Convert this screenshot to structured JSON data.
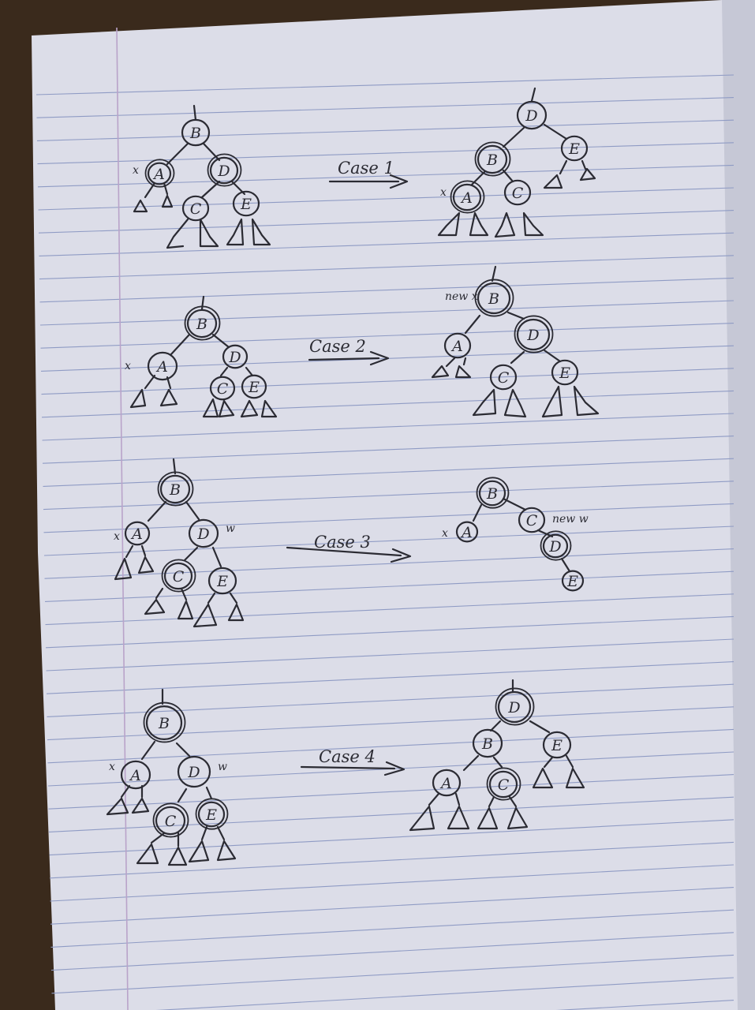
{
  "colors": {
    "desk": "#3a2a1c",
    "paper": "#dcdde8",
    "rule_line": "#8f9bc4",
    "margin_line": "#b9a3c9",
    "ink": "#2b2b33"
  },
  "cases": [
    {
      "label": "Case 1"
    },
    {
      "label": "Case 2"
    },
    {
      "label": "Case 3"
    },
    {
      "label": "Case 4"
    }
  ],
  "annotations": {
    "x": "x",
    "w": "w",
    "new_x": "new x",
    "new_w": "new w"
  },
  "trees": [
    {
      "name": "case1-before",
      "nodes": [
        {
          "id": "B",
          "label": "B",
          "double": false
        },
        {
          "id": "A",
          "label": "A",
          "double": true
        },
        {
          "id": "D",
          "label": "D",
          "double": true
        },
        {
          "id": "C",
          "label": "C",
          "double": false
        },
        {
          "id": "E",
          "label": "E",
          "double": false
        }
      ]
    },
    {
      "name": "case1-after",
      "nodes": [
        {
          "id": "D",
          "label": "D",
          "double": false
        },
        {
          "id": "B",
          "label": "B",
          "double": true
        },
        {
          "id": "E",
          "label": "E",
          "double": false
        },
        {
          "id": "A",
          "label": "A",
          "double": true
        },
        {
          "id": "C",
          "label": "C",
          "double": false
        }
      ]
    },
    {
      "name": "case2-before",
      "nodes": [
        {
          "id": "B",
          "label": "B",
          "double": true
        },
        {
          "id": "A",
          "label": "A",
          "double": false
        },
        {
          "id": "D",
          "label": "D",
          "double": false
        },
        {
          "id": "C",
          "label": "C",
          "double": false
        },
        {
          "id": "E",
          "label": "E",
          "double": false
        }
      ]
    },
    {
      "name": "case2-after",
      "nodes": [
        {
          "id": "B",
          "label": "B",
          "double": true
        },
        {
          "id": "A",
          "label": "A",
          "double": false
        },
        {
          "id": "D",
          "label": "D",
          "double": true
        },
        {
          "id": "C",
          "label": "C",
          "double": false
        },
        {
          "id": "E",
          "label": "E",
          "double": false
        }
      ]
    },
    {
      "name": "case3-before",
      "nodes": [
        {
          "id": "B",
          "label": "B",
          "double": true
        },
        {
          "id": "A",
          "label": "A",
          "double": false
        },
        {
          "id": "D",
          "label": "D",
          "double": false
        },
        {
          "id": "C",
          "label": "C",
          "double": true
        },
        {
          "id": "E",
          "label": "E",
          "double": false
        }
      ]
    },
    {
      "name": "case3-after",
      "nodes": [
        {
          "id": "B",
          "label": "B",
          "double": true
        },
        {
          "id": "A",
          "label": "A",
          "double": false
        },
        {
          "id": "C",
          "label": "C",
          "double": false
        },
        {
          "id": "D",
          "label": "D",
          "double": true
        },
        {
          "id": "E",
          "label": "E",
          "double": false
        }
      ]
    },
    {
      "name": "case4-before",
      "nodes": [
        {
          "id": "B",
          "label": "B",
          "double": true
        },
        {
          "id": "A",
          "label": "A",
          "double": false
        },
        {
          "id": "D",
          "label": "D",
          "double": false
        },
        {
          "id": "C",
          "label": "C",
          "double": true
        },
        {
          "id": "E",
          "label": "E",
          "double": true
        }
      ]
    },
    {
      "name": "case4-after",
      "nodes": [
        {
          "id": "D",
          "label": "D",
          "double": true
        },
        {
          "id": "B",
          "label": "B",
          "double": false
        },
        {
          "id": "E",
          "label": "E",
          "double": false
        },
        {
          "id": "A",
          "label": "A",
          "double": false
        },
        {
          "id": "C",
          "label": "C",
          "double": true
        }
      ]
    }
  ]
}
